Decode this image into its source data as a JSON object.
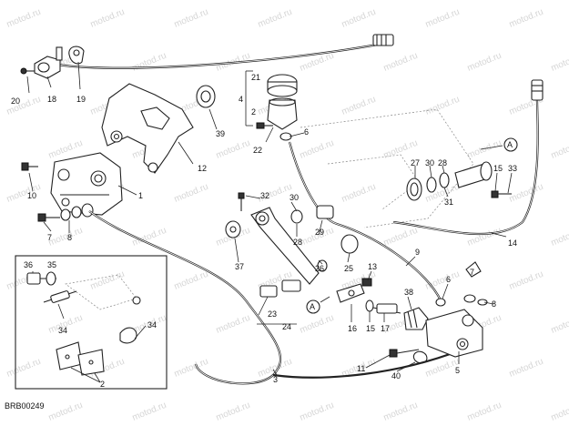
{
  "diagram": {
    "code": "BRB00249",
    "watermark": "motod.ru",
    "connector_marker": "A",
    "part_labels": [
      "1",
      "2",
      "3",
      "4",
      "5",
      "6",
      "7",
      "8",
      "9",
      "10",
      "11",
      "12",
      "13",
      "14",
      "15",
      "16",
      "17",
      "18",
      "19",
      "20",
      "21",
      "22",
      "23",
      "24",
      "25",
      "26",
      "27",
      "28",
      "29",
      "30",
      "31",
      "32",
      "33",
      "34",
      "35",
      "36",
      "37",
      "38",
      "39",
      "40"
    ],
    "group_labels": {
      "master_cylinder_kit": "4",
      "pedal_assembly": "24",
      "sensor_detail": "2"
    }
  }
}
